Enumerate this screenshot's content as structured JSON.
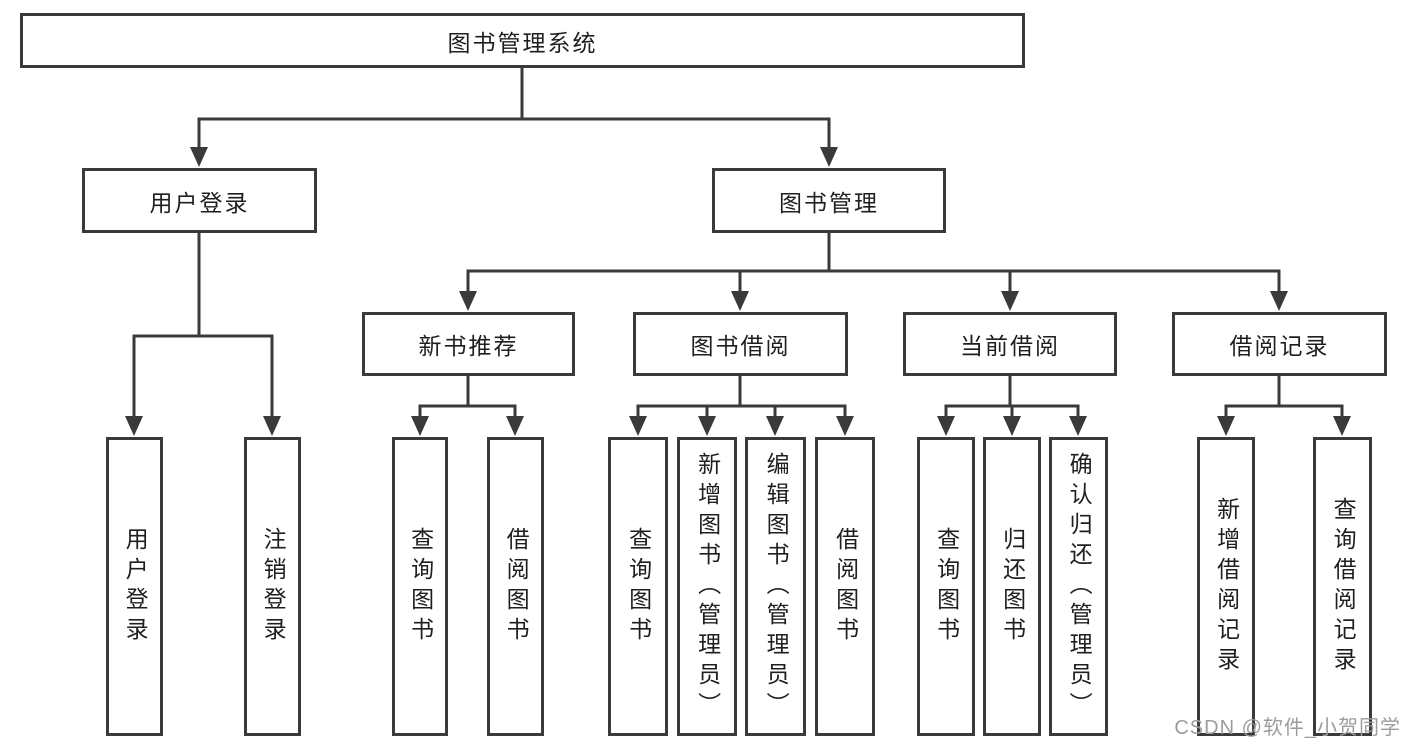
{
  "diagram": {
    "root": {
      "label": "图书管理系统"
    },
    "level2": {
      "user_login": {
        "label": "用户登录"
      },
      "book_mgmt": {
        "label": "图书管理"
      }
    },
    "level3": {
      "new_books": {
        "label": "新书推荐"
      },
      "book_borrow": {
        "label": "图书借阅"
      },
      "current_borrow": {
        "label": "当前借阅"
      },
      "borrow_records": {
        "label": "借阅记录"
      }
    },
    "leaves": {
      "ul_login": {
        "label": "用户登录"
      },
      "ul_logout": {
        "label": "注销登录"
      },
      "nb_query": {
        "label": "查询图书"
      },
      "nb_borrow": {
        "label": "借阅图书"
      },
      "bb_query": {
        "label": "查询图书"
      },
      "bb_add": {
        "label": "新增图书（管理员）"
      },
      "bb_edit": {
        "label": "编辑图书（管理员）"
      },
      "bb_borrow": {
        "label": "借阅图书"
      },
      "cb_query": {
        "label": "查询图书"
      },
      "cb_return": {
        "label": "归还图书"
      },
      "cb_confirm": {
        "label": "确认归还（管理员）"
      },
      "br_add": {
        "label": "新增借阅记录"
      },
      "br_query": {
        "label": "查询借阅记录"
      }
    }
  },
  "watermark": {
    "text": "CSDN @软件_小贺同学"
  },
  "colors": {
    "line": "#3a3a3a",
    "box_border": "#3a3a3a",
    "text": "#1f1f1f",
    "watermark_text": "#9c9c9c",
    "background": "#ffffff"
  }
}
